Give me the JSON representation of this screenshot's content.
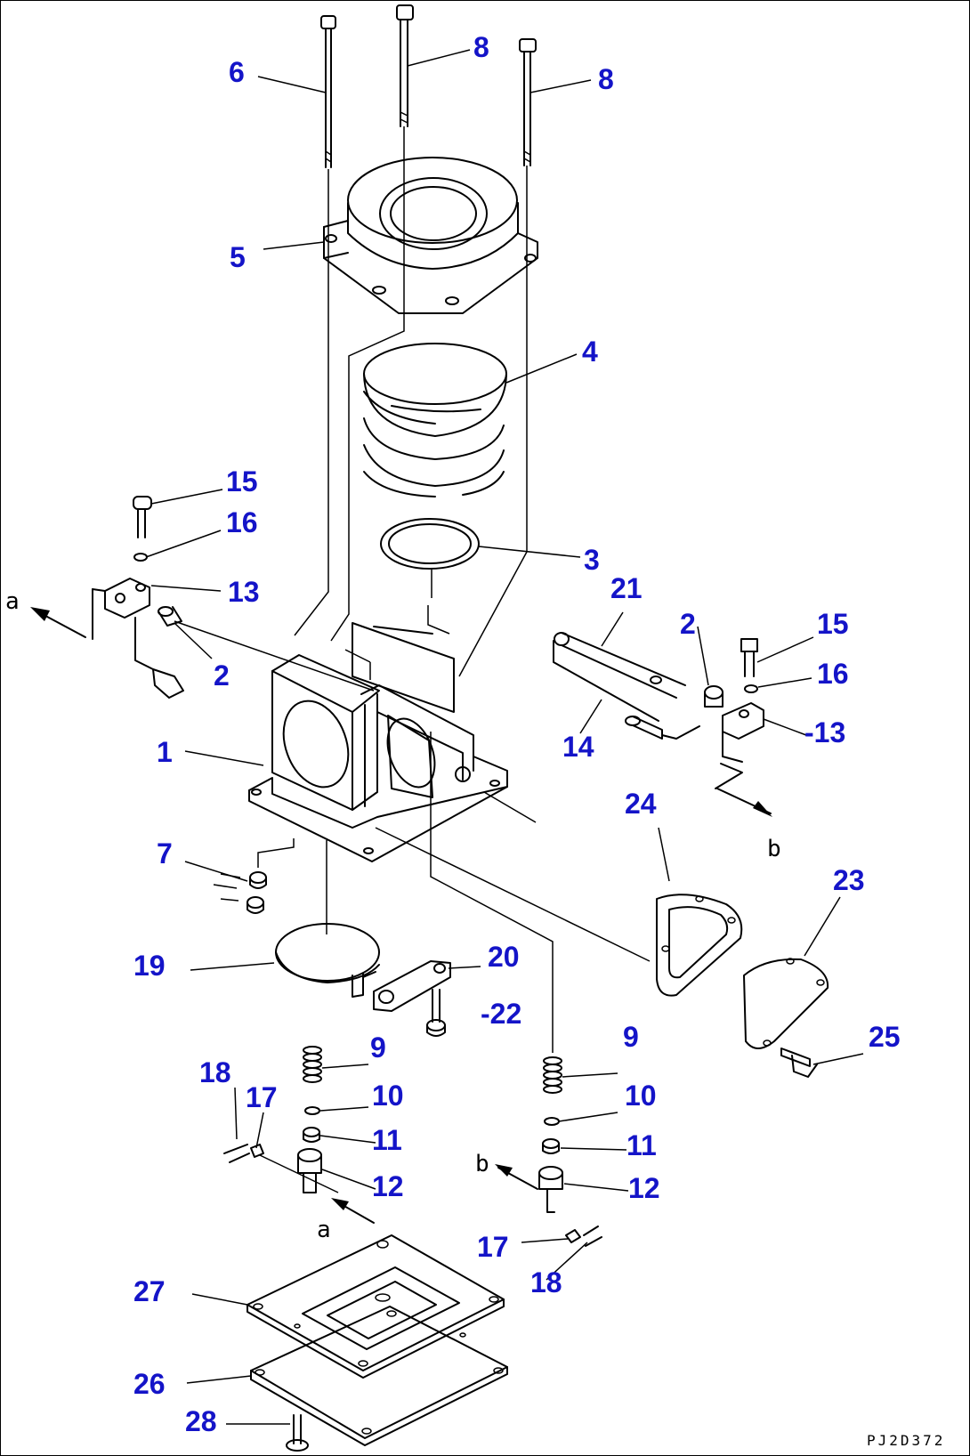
{
  "labels": [
    {
      "id": "6",
      "text": "6"
    },
    {
      "id": "8a",
      "text": "8"
    },
    {
      "id": "8b",
      "text": "8"
    },
    {
      "id": "5",
      "text": "5"
    },
    {
      "id": "4",
      "text": "4"
    },
    {
      "id": "15a",
      "text": "15"
    },
    {
      "id": "16a",
      "text": "16"
    },
    {
      "id": "13a",
      "text": "13"
    },
    {
      "id": "2a",
      "text": "2"
    },
    {
      "id": "3",
      "text": "3"
    },
    {
      "id": "21",
      "text": "21"
    },
    {
      "id": "2b",
      "text": "2"
    },
    {
      "id": "15b",
      "text": "15"
    },
    {
      "id": "16b",
      "text": "16"
    },
    {
      "id": "13b",
      "text": "-13"
    },
    {
      "id": "14",
      "text": "14"
    },
    {
      "id": "1",
      "text": "1"
    },
    {
      "id": "24",
      "text": "24"
    },
    {
      "id": "23",
      "text": "23"
    },
    {
      "id": "7",
      "text": "7"
    },
    {
      "id": "19",
      "text": "19"
    },
    {
      "id": "20",
      "text": "20"
    },
    {
      "id": "22",
      "text": "-22"
    },
    {
      "id": "25",
      "text": "25"
    },
    {
      "id": "9a",
      "text": "9"
    },
    {
      "id": "18a",
      "text": "18"
    },
    {
      "id": "17a",
      "text": "17"
    },
    {
      "id": "10a",
      "text": "10"
    },
    {
      "id": "11a",
      "text": "11"
    },
    {
      "id": "12a",
      "text": "12"
    },
    {
      "id": "9b",
      "text": "9"
    },
    {
      "id": "10b",
      "text": "10"
    },
    {
      "id": "11b",
      "text": "11"
    },
    {
      "id": "12b",
      "text": "12"
    },
    {
      "id": "17b",
      "text": "17"
    },
    {
      "id": "18b",
      "text": "18"
    },
    {
      "id": "27",
      "text": "27"
    },
    {
      "id": "26",
      "text": "26"
    },
    {
      "id": "28",
      "text": "28"
    }
  ],
  "view_markers": {
    "a1": "a",
    "b1": "b",
    "b2": "b",
    "a2": "a"
  },
  "drawing_code": "PJ2D372"
}
